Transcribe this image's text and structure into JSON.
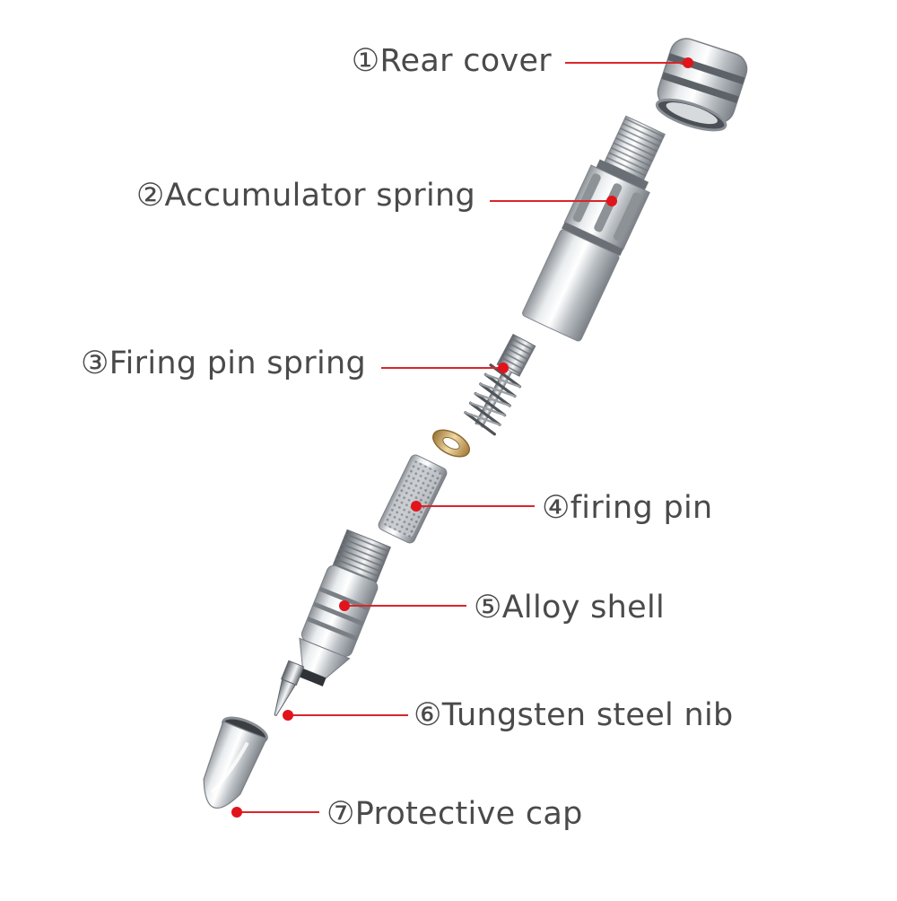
{
  "colors": {
    "leader": "#d9262c",
    "dot": "#e1141c",
    "label_text": "#4a4a4a",
    "metal": "#c9cdd1",
    "brass": "#caa15e"
  },
  "parts": [
    {
      "number": "①",
      "name": "Rear cover"
    },
    {
      "number": "②",
      "name": "Accumulator spring"
    },
    {
      "number": "③",
      "name": "Firing pin spring"
    },
    {
      "number": "④",
      "name": "firing pin"
    },
    {
      "number": "⑤",
      "name": "Alloy shell"
    },
    {
      "number": "⑥",
      "name": "Tungsten steel nib"
    },
    {
      "number": "⑦",
      "name": "Protective cap"
    }
  ]
}
